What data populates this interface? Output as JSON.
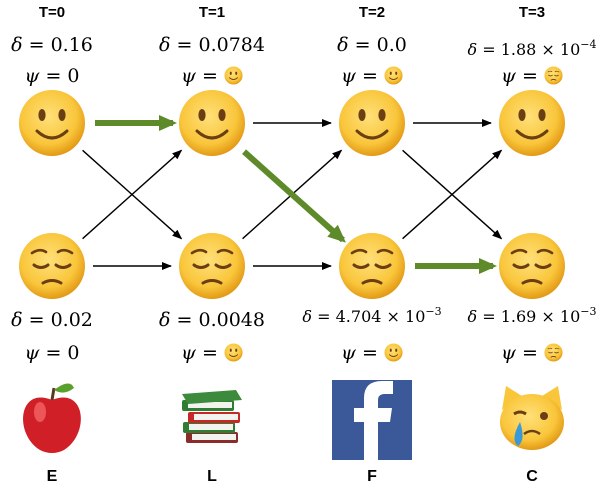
{
  "columns": [
    {
      "time": "T=0",
      "obs": "E",
      "obs_icon": "apple-icon",
      "happy": {
        "delta": "0.16",
        "delta_exp": "",
        "psi": "0",
        "psi_icon": ""
      },
      "sad": {
        "delta": "0.02",
        "delta_exp": "",
        "psi": "0",
        "psi_icon": ""
      }
    },
    {
      "time": "T=1",
      "obs": "L",
      "obs_icon": "books-icon",
      "happy": {
        "delta": "0.0784",
        "delta_exp": "",
        "psi": "",
        "psi_icon": "happy"
      },
      "sad": {
        "delta": "0.0048",
        "delta_exp": "",
        "psi": "",
        "psi_icon": "happy"
      }
    },
    {
      "time": "T=2",
      "obs": "F",
      "obs_icon": "facebook-icon",
      "happy": {
        "delta": "0.0",
        "delta_exp": "",
        "psi": "",
        "psi_icon": "happy"
      },
      "sad": {
        "delta": "4.704 × 10",
        "delta_exp": "−3",
        "psi": "",
        "psi_icon": "happy"
      }
    },
    {
      "time": "T=3",
      "obs": "C",
      "obs_icon": "crying-cat-icon",
      "happy": {
        "delta": "1.88 × 10",
        "delta_exp": "−4",
        "psi": "",
        "psi_icon": "sad"
      },
      "sad": {
        "delta": "1.69 × 10",
        "delta_exp": "−3",
        "psi": "",
        "psi_icon": "sad"
      }
    }
  ],
  "symbols": {
    "delta": "δ",
    "psi": "ψ",
    "equals": " = "
  },
  "colors": {
    "highlight": "#5e8a2a",
    "emoji_face": "#f9c63b",
    "emoji_shade": "#e39a16",
    "facebook": "#3b5998",
    "apple": "#d01f26",
    "arrow": "#000000"
  },
  "best_path": [
    "happy",
    "happy",
    "sad",
    "sad"
  ]
}
